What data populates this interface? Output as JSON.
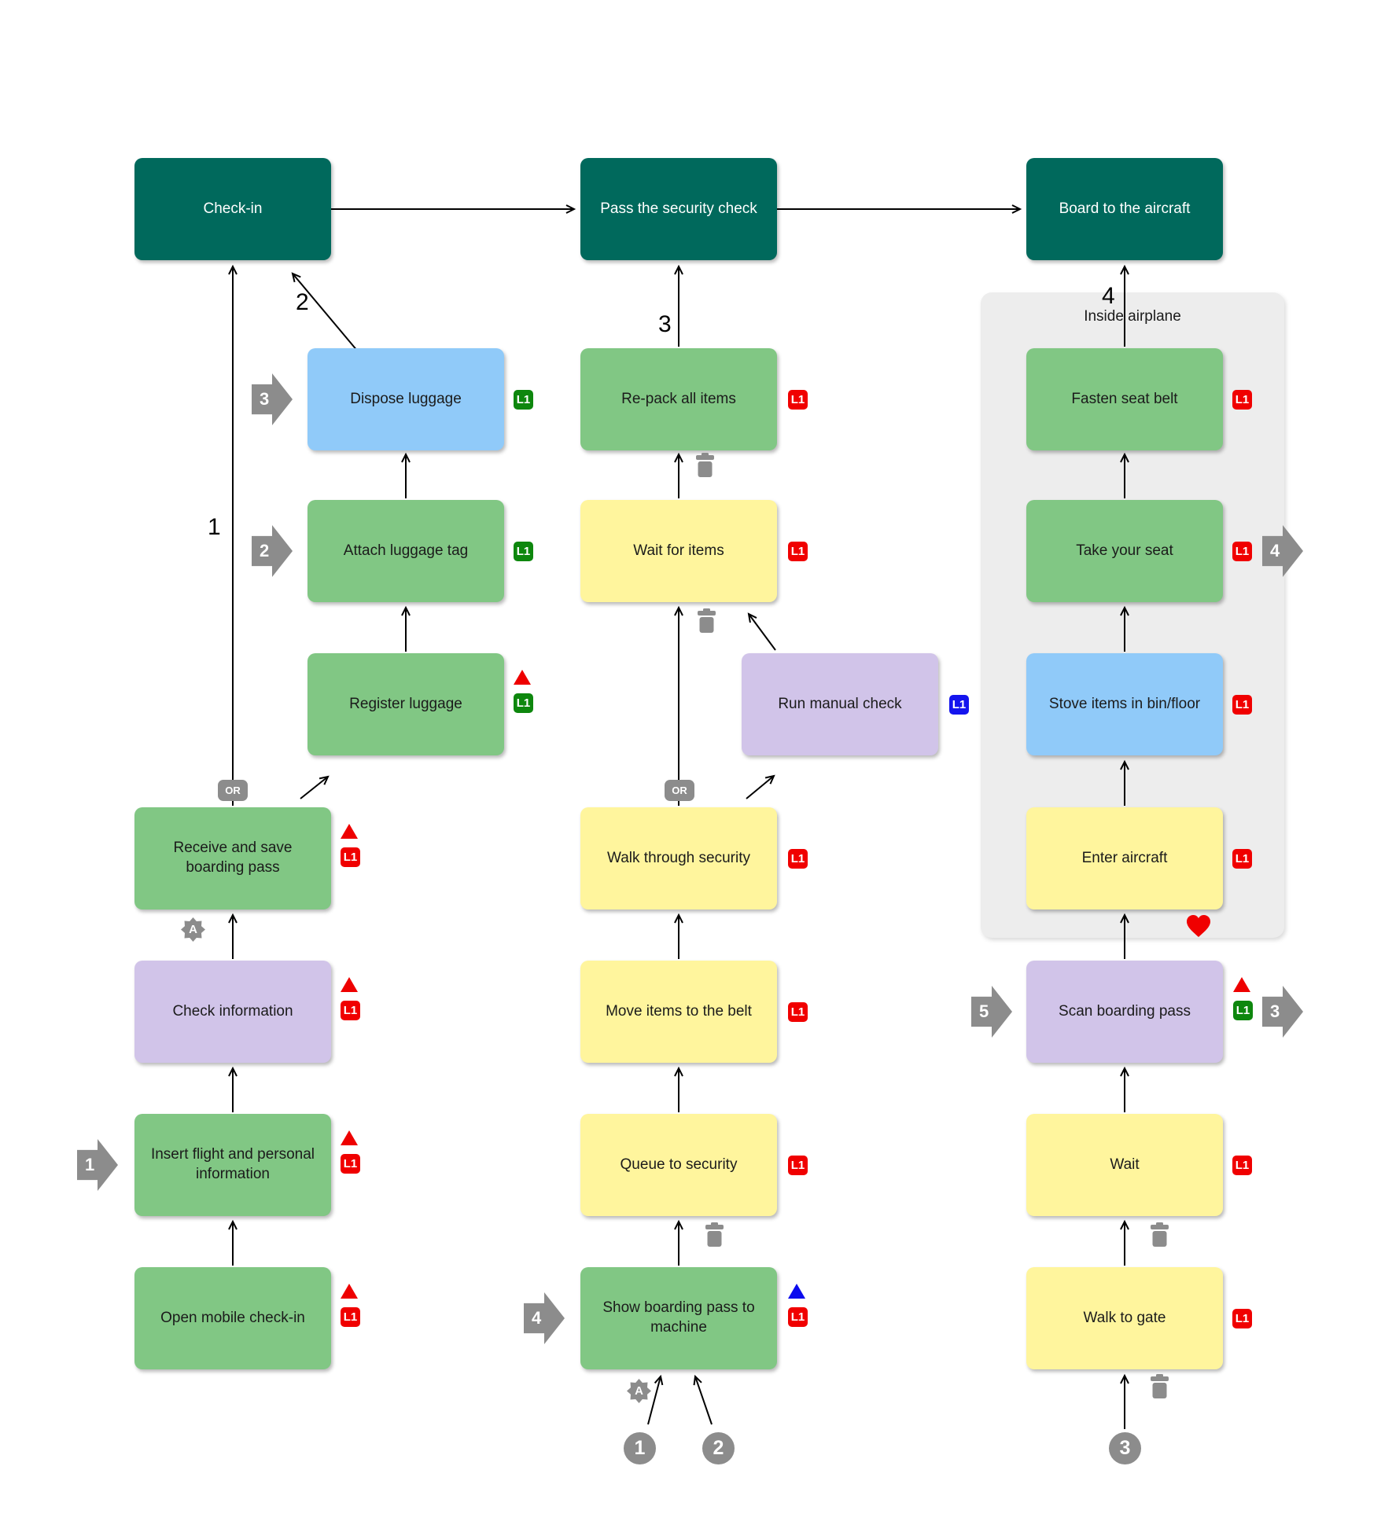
{
  "diagram": {
    "phases": {
      "checkin": "Check-in",
      "security": "Pass the security check",
      "board": "Board to the aircraft"
    },
    "nodes": {
      "open_mobile": "Open mobile check-in",
      "insert_info": "Insert flight and personal information",
      "check_info": "Check information",
      "receive_pass": "Receive and save boarding pass",
      "register_luggage": "Register luggage",
      "attach_tag": "Attach luggage tag",
      "dispose_luggage": "Dispose luggage",
      "show_pass": "Show boarding pass to machine",
      "queue_security": "Queue to security",
      "move_items": "Move items to the belt",
      "walk_security": "Walk through security",
      "run_manual": "Run manual check",
      "wait_items": "Wait for items",
      "repack": "Re-pack all items",
      "walk_gate": "Walk to gate",
      "wait": "Wait",
      "scan_pass": "Scan boarding pass",
      "enter_aircraft": "Enter aircraft",
      "stove_items": "Stove items in bin/floor",
      "take_seat": "Take your seat",
      "fasten_belt": "Fasten seat belt"
    },
    "group_label": "Inside airplane",
    "or_label": "OR",
    "assist_label": "A",
    "badge_l1": "L1",
    "arrow_labels": {
      "one": "1",
      "two": "2",
      "three": "3",
      "four": "4"
    },
    "jump_markers": {
      "one": "1",
      "two": "2",
      "three": "3",
      "four": "4",
      "five": "5"
    },
    "circles": {
      "one": "1",
      "two": "2",
      "three": "3"
    },
    "colors": {
      "phase_teal": "#00695C",
      "task_green": "#81C784",
      "task_yellow": "#FFF59D",
      "task_blue": "#90CAF9",
      "task_purple": "#D1C4E9",
      "badge_red": "#F00000",
      "badge_green": "#0E870E",
      "badge_blue": "#1414EE",
      "marker_gray": "#8C8C8C",
      "group_bg": "#EDEDED"
    }
  }
}
